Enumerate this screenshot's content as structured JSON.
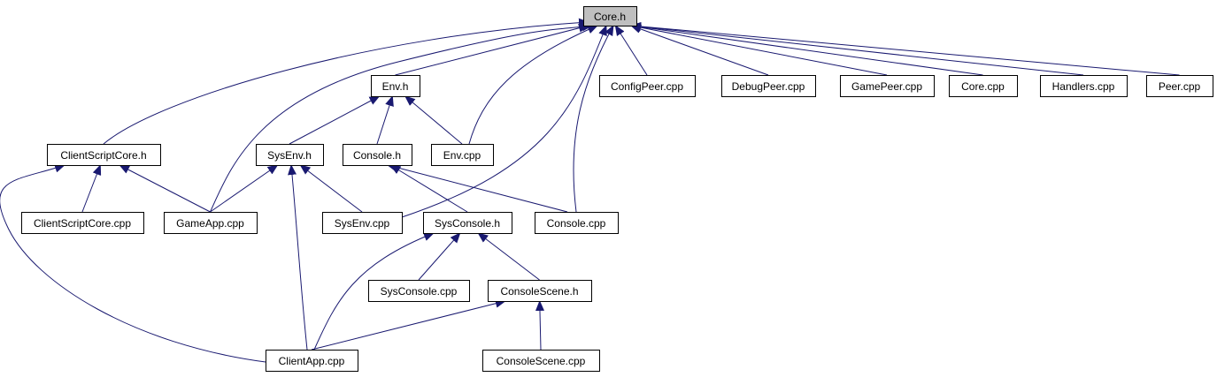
{
  "colors": {
    "edge": "#191970",
    "node_fill": "#ffffff",
    "root_fill": "#bfbfbf",
    "border": "#000000"
  },
  "nodes": [
    {
      "id": "core_h",
      "label": "Core.h"
    },
    {
      "id": "env_h",
      "label": "Env.h"
    },
    {
      "id": "configpeer_cpp",
      "label": "ConfigPeer.cpp"
    },
    {
      "id": "debugpeer_cpp",
      "label": "DebugPeer.cpp"
    },
    {
      "id": "gamepeer_cpp",
      "label": "GamePeer.cpp"
    },
    {
      "id": "core_cpp",
      "label": "Core.cpp"
    },
    {
      "id": "handlers_cpp",
      "label": "Handlers.cpp"
    },
    {
      "id": "peer_cpp",
      "label": "Peer.cpp"
    },
    {
      "id": "clientscriptcore_h",
      "label": "ClientScriptCore.h"
    },
    {
      "id": "sysenv_h",
      "label": "SysEnv.h"
    },
    {
      "id": "console_h",
      "label": "Console.h"
    },
    {
      "id": "env_cpp",
      "label": "Env.cpp"
    },
    {
      "id": "clientscriptcore_cpp",
      "label": "ClientScriptCore.cpp"
    },
    {
      "id": "gameapp_cpp",
      "label": "GameApp.cpp"
    },
    {
      "id": "sysenv_cpp",
      "label": "SysEnv.cpp"
    },
    {
      "id": "sysconsole_h",
      "label": "SysConsole.h"
    },
    {
      "id": "console_cpp",
      "label": "Console.cpp"
    },
    {
      "id": "sysconsole_cpp",
      "label": "SysConsole.cpp"
    },
    {
      "id": "consolescene_h",
      "label": "ConsoleScene.h"
    },
    {
      "id": "clientapp_cpp",
      "label": "ClientApp.cpp"
    },
    {
      "id": "consolescene_cpp",
      "label": "ConsoleScene.cpp"
    }
  ],
  "edges": [
    {
      "from": "env_h",
      "to": "core_h"
    },
    {
      "from": "configpeer_cpp",
      "to": "core_h"
    },
    {
      "from": "debugpeer_cpp",
      "to": "core_h"
    },
    {
      "from": "gamepeer_cpp",
      "to": "core_h"
    },
    {
      "from": "core_cpp",
      "to": "core_h"
    },
    {
      "from": "handlers_cpp",
      "to": "core_h"
    },
    {
      "from": "peer_cpp",
      "to": "core_h"
    },
    {
      "from": "clientscriptcore_h",
      "to": "core_h"
    },
    {
      "from": "gameapp_cpp",
      "to": "core_h"
    },
    {
      "from": "env_cpp",
      "to": "core_h"
    },
    {
      "from": "sysenv_cpp",
      "to": "core_h"
    },
    {
      "from": "console_cpp",
      "to": "core_h"
    },
    {
      "from": "sysenv_h",
      "to": "env_h"
    },
    {
      "from": "console_h",
      "to": "env_h"
    },
    {
      "from": "env_cpp",
      "to": "env_h"
    },
    {
      "from": "clientscriptcore_cpp",
      "to": "clientscriptcore_h"
    },
    {
      "from": "gameapp_cpp",
      "to": "clientscriptcore_h"
    },
    {
      "from": "clientapp_cpp",
      "to": "clientscriptcore_h"
    },
    {
      "from": "gameapp_cpp",
      "to": "sysenv_h"
    },
    {
      "from": "sysenv_cpp",
      "to": "sysenv_h"
    },
    {
      "from": "clientapp_cpp",
      "to": "sysenv_h"
    },
    {
      "from": "sysconsole_h",
      "to": "console_h"
    },
    {
      "from": "console_cpp",
      "to": "console_h"
    },
    {
      "from": "sysconsole_cpp",
      "to": "sysconsole_h"
    },
    {
      "from": "consolescene_h",
      "to": "sysconsole_h"
    },
    {
      "from": "clientapp_cpp",
      "to": "sysconsole_h"
    },
    {
      "from": "clientapp_cpp",
      "to": "consolescene_h"
    },
    {
      "from": "consolescene_cpp",
      "to": "consolescene_h"
    }
  ]
}
